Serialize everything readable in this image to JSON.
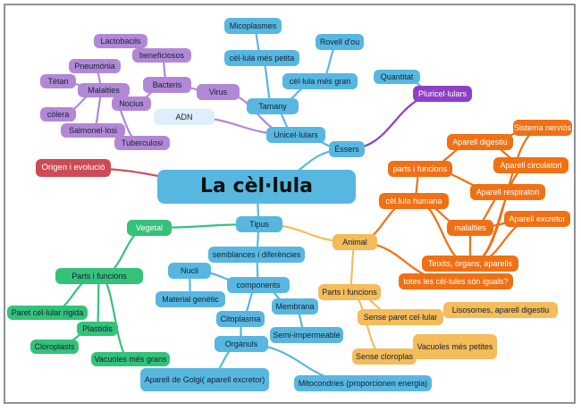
{
  "colors": {
    "blue": "#58b7e0",
    "purple": "#b288d6",
    "purple_dark": "#8e3fc7",
    "red": "#cc4b55",
    "green": "#34c27a",
    "orange": "#f07014",
    "yellow": "#f4bc5a",
    "light_blue": "#dbf0fa"
  },
  "central": "La cèl·lula",
  "nodes": {
    "micoplasmes": "Micoplasmes",
    "cel_mes_petita": "cèl·lula més petita",
    "rovell": "Rovell d'ou",
    "cel_mes_gran": "cèl·lula més gran",
    "tamany": "Tamany",
    "unicel": "Unicel·lulars",
    "virus": "Virus",
    "bacteris": "Bacteris",
    "adn": "ADN",
    "lactobacils": "Lactobacils",
    "beneficiosos": "beneficiosos",
    "pneumonia": "Pneumònia",
    "tetan": "Tètan",
    "malalties_bac": "Malalties",
    "nocius": "Nocius",
    "colera": "còlera",
    "salmonel": "Salmonel·losi",
    "tuberculosi": "Tuberculosi",
    "quantitat": "Quantitat",
    "pluricel": "Pluricel·lulars",
    "essers": "Éssers",
    "origen": "Origen i evolució",
    "tipus": "Tipus",
    "vegetal": "Vegetal",
    "animal": "Animal",
    "parts_veg": "Parts i funcions",
    "paret_rigida": "Paret cel·lular rígida",
    "plastidis": "Plastidis",
    "cloroplasts": "Cloroplasts",
    "vacuoles_grans": "Vacuoles més grans",
    "semblances": "semblances i diferències",
    "components": "components",
    "nucli": "Nucli",
    "material_genetic": "Material genètic",
    "membrana": "Membrana",
    "semipermeable": "Semi-impermeable",
    "citoplasma": "Citoplasma",
    "organuls": "Orgànuls",
    "golgi": "Aparell de Golgi( aparell excretor)",
    "mitocondries": "Mitocondries (proporcionen energia)",
    "parts_anim": "Parts i funcions",
    "sense_paret": "Sense paret cel·lular",
    "lisosomes": "Lisosomes, aparell digestiu",
    "sense_cloroplas": "Sense cloroplas",
    "vacuoles_petites": "Vacuoles més petites",
    "sistema_nervios": "Sistema nerviós",
    "ap_digestiu": "Aparell digestiu",
    "ap_circulatori": "Aparell circulatori",
    "parts_funcions_o": "parts i funcions",
    "ap_respiratori": "Aparell respiratori",
    "cel_humana": "cèl.lula humana",
    "ap_excretor": "Aparell excretor",
    "malalties_h": "malalties",
    "teixits": "Teixits, òrgans, aparells",
    "totes_iguals": "totes les cèl·lules són iguals?"
  }
}
